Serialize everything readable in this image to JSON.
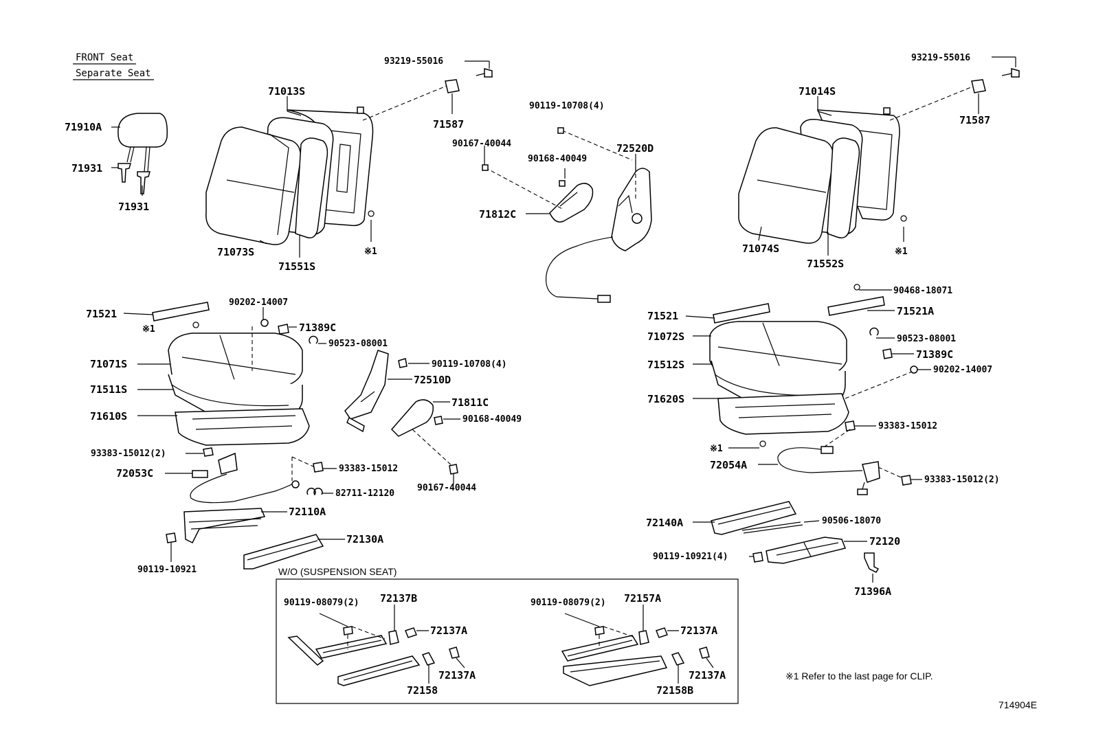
{
  "header": {
    "line1": "FRONT Seat",
    "line2": "Separate Seat"
  },
  "labels": {
    "l_93219_a": "93219-55016",
    "l_71587_a": "71587",
    "l_71013s": "71013S",
    "l_71910a": "71910A",
    "l_71931_a": "71931",
    "l_71931_b": "71931",
    "l_71073s": "71073S",
    "l_71551s": "71551S",
    "l_clip1_a": "※1",
    "l_90119_10708_top": "90119-10708(4)",
    "l_90167_40044_top": "90167-40044",
    "l_72520d": "72520D",
    "l_90168_40049_top": "90168-40049",
    "l_71812c": "71812C",
    "l_93219_b": "93219-55016",
    "l_71014s": "71014S",
    "l_71587_b": "71587",
    "l_71074s": "71074S",
    "l_71552s": "71552S",
    "l_clip1_b": "※1",
    "l_71521_a": "71521",
    "l_90202_a": "90202-14007",
    "l_clip1_c": "※1",
    "l_71389c_a": "71389C",
    "l_90523_a": "90523-08001",
    "l_71071s": "71071S",
    "l_90119_10708_mid": "90119-10708(4)",
    "l_72510d": "72510D",
    "l_71511s": "71511S",
    "l_71811c": "71811C",
    "l_71610s": "71610S",
    "l_90168_40049_mid": "90168-40049",
    "l_93383_2_a": "93383-15012(2)",
    "l_72053c": "72053C",
    "l_93383_a": "93383-15012",
    "l_82711": "82711-12120",
    "l_90167_40044_mid": "90167-40044",
    "l_72110a": "72110A",
    "l_72130a": "72130A",
    "l_90119_10921_a": "90119-10921",
    "l_90468": "90468-18071",
    "l_71521_b": "71521",
    "l_71521a": "71521A",
    "l_71072s": "71072S",
    "l_90523_b": "90523-08001",
    "l_71512s": "71512S",
    "l_71389c_b": "71389C",
    "l_90202_b": "90202-14007",
    "l_71620s": "71620S",
    "l_93383_b": "93383-15012",
    "l_clip1_d": "※1",
    "l_72054a": "72054A",
    "l_93383_2_b": "93383-15012(2)",
    "l_72140a": "72140A",
    "l_90506": "90506-18070",
    "l_90119_10921_b": "90119-10921(4)",
    "l_72120": "72120",
    "l_71396a": "71396A"
  },
  "inset": {
    "title": "W/O (SUSPENSION SEAT)",
    "l_90119_08079_a": "90119-08079(2)",
    "l_72137b": "72137B",
    "l_72137a_1": "72137A",
    "l_72137a_2": "72137A",
    "l_72158": "72158",
    "l_90119_08079_b": "90119-08079(2)",
    "l_72157a": "72157A",
    "l_72137a_3": "72137A",
    "l_72137a_4": "72137A",
    "l_72158b": "72158B"
  },
  "footnote": "※1  Refer to the last page for CLIP.",
  "figure_id": "714904E"
}
